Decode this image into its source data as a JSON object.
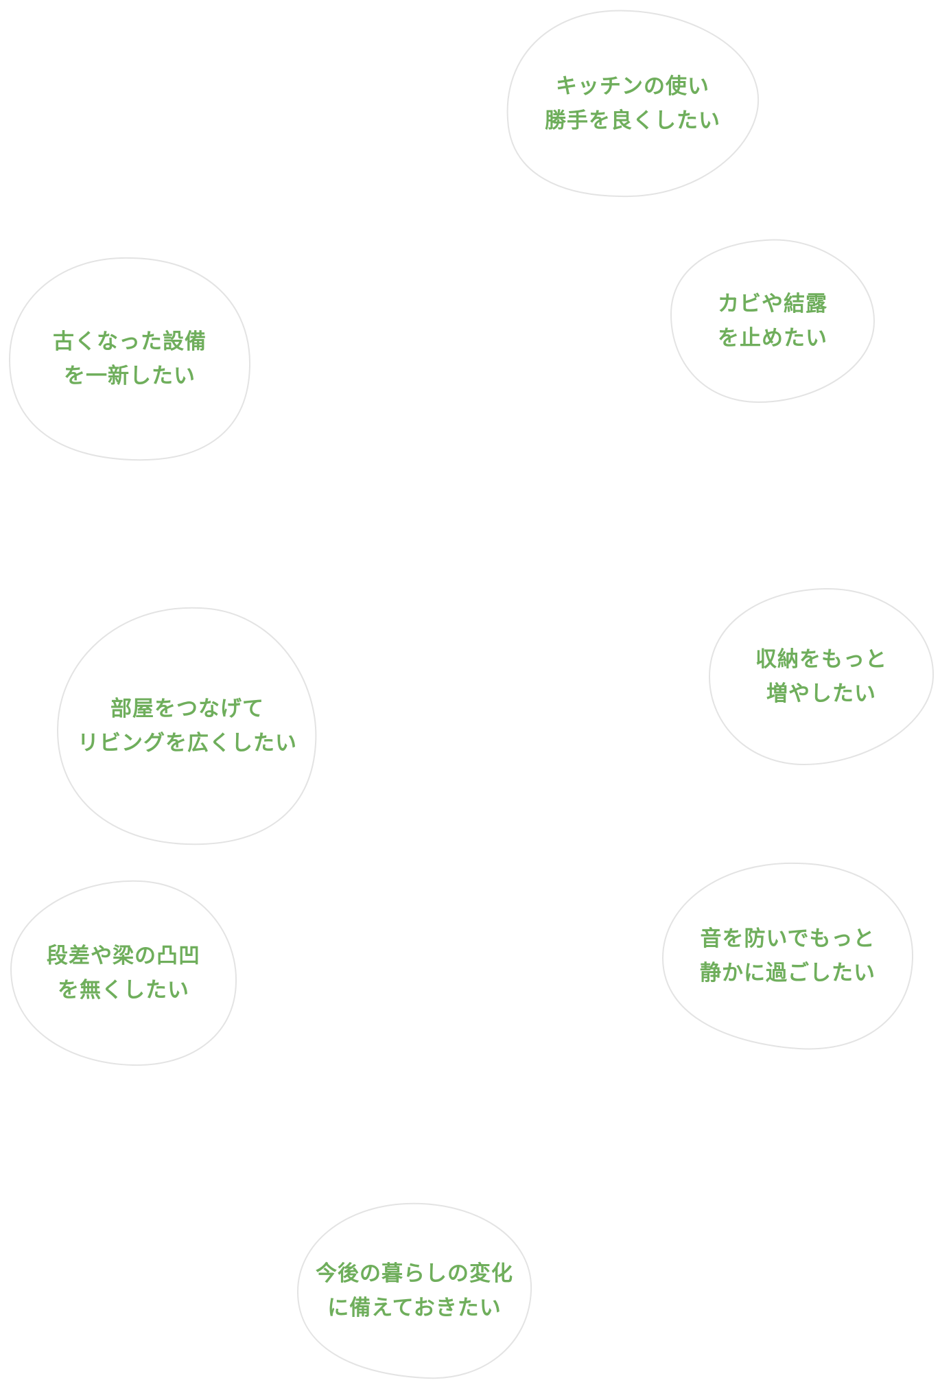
{
  "bubbles": [
    {
      "id": "kitchen",
      "lines": [
        "キッチンの使い",
        "勝手を良くしたい"
      ]
    },
    {
      "id": "mold",
      "lines": [
        "カビや結露",
        "を止めたい"
      ]
    },
    {
      "id": "equip",
      "lines": [
        "古くなった設備",
        "を一新したい"
      ]
    },
    {
      "id": "storage",
      "lines": [
        "収納をもっと",
        "増やしたい"
      ]
    },
    {
      "id": "living",
      "lines": [
        "部屋をつなげて",
        "リビングを広くしたい"
      ]
    },
    {
      "id": "sound",
      "lines": [
        "音を防いでもっと",
        "静かに過ごしたい"
      ]
    },
    {
      "id": "step",
      "lines": [
        "段差や梁の凸凹",
        "を無くしたい"
      ]
    },
    {
      "id": "future",
      "lines": [
        "今後の暮らしの変化",
        "に備えておきたい"
      ]
    }
  ],
  "colors": {
    "text": "#6fae5c",
    "outline": "#e3e3e3",
    "background": "#ffffff"
  }
}
